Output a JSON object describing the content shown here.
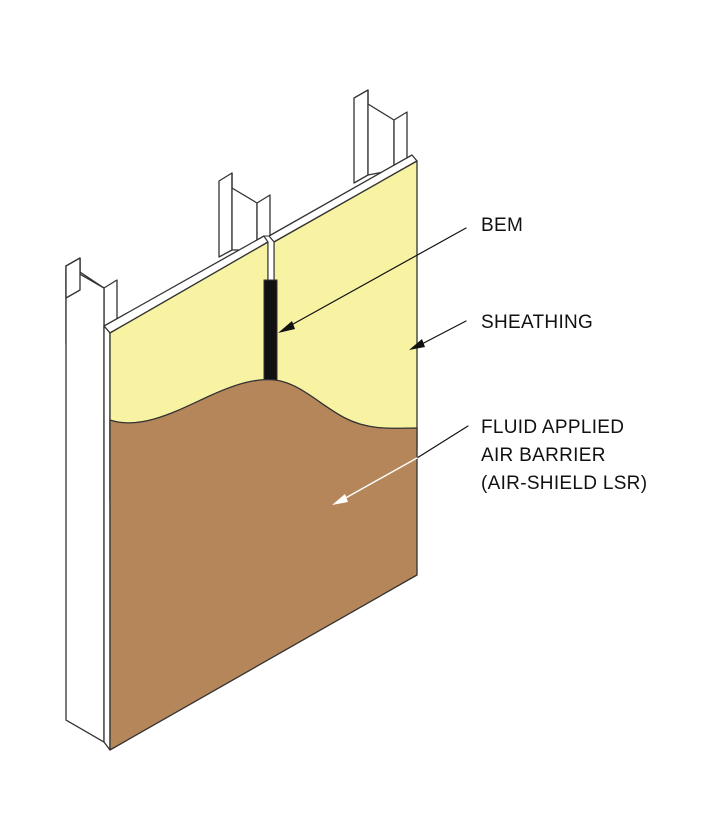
{
  "labels": {
    "bem": "BEM",
    "sheathing": "SHEATHING",
    "air_barrier": {
      "line1": "FLUID APPLIED",
      "line2": "AIR BARRIER",
      "line3": "(AIR-SHIELD LSR)"
    }
  },
  "colors": {
    "sheathing": "#f8f3a2",
    "air_barrier": "#b5865a",
    "bem_membrane": "#111111",
    "stud": "#ffffff",
    "outline": "#333333"
  }
}
